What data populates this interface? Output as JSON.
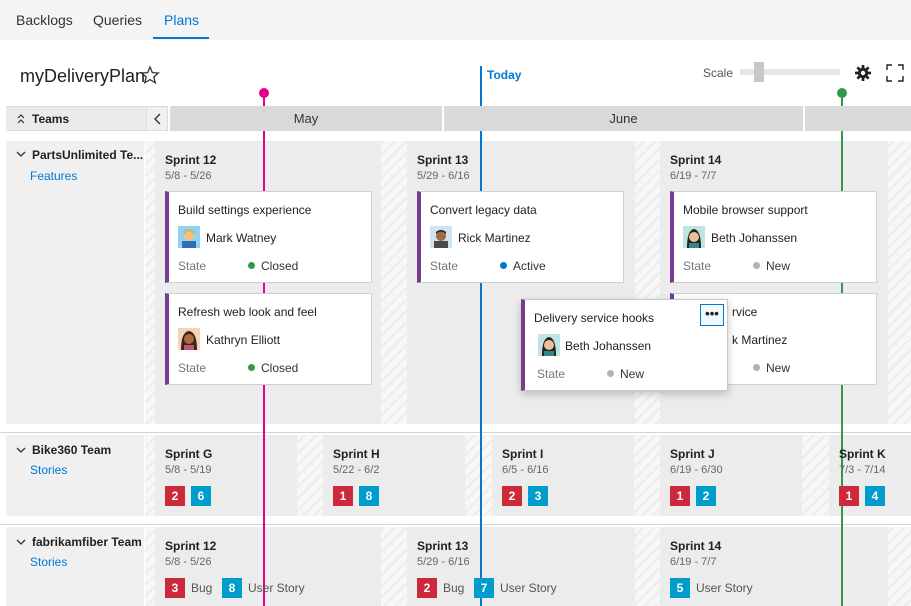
{
  "nav": {
    "tabs": [
      {
        "label": "Backlogs"
      },
      {
        "label": "Queries"
      },
      {
        "label": "Plans"
      }
    ]
  },
  "header": {
    "title": "myDeliveryPlan",
    "today_label": "Today",
    "scale_label": "Scale",
    "scale_value": 0.15
  },
  "timeline": {
    "teams_label": "Teams",
    "months": [
      "May",
      "June"
    ]
  },
  "colors": {
    "accent": "#0078d4",
    "today_line": "#0078d4",
    "marker_pink": "#e3008c",
    "marker_green": "#339947",
    "feature_border": "#773b93",
    "bug": "#cc293d",
    "story": "#009ccc",
    "closed": "#339947",
    "active": "#007acc",
    "new": "#b2b2b2"
  },
  "teams": [
    {
      "name": "PartsUnlimited Te...",
      "backlog": "Features",
      "sprints": [
        {
          "name": "Sprint 12",
          "dates": "5/8 - 5/26",
          "cards": [
            {
              "title": "Build settings experience",
              "assignee": "Mark Watney",
              "state_label": "State",
              "state": "Closed"
            },
            {
              "title": "Refresh web look and feel",
              "assignee": "Kathryn Elliott",
              "state_label": "State",
              "state": "Closed"
            }
          ]
        },
        {
          "name": "Sprint 13",
          "dates": "5/29 - 6/16",
          "cards": [
            {
              "title": "Convert legacy data",
              "assignee": "Rick Martinez",
              "state_label": "State",
              "state": "Active"
            }
          ]
        },
        {
          "name": "Sprint 14",
          "dates": "6/19 - 7/7",
          "cards": [
            {
              "title": "Mobile browser support",
              "assignee": "Beth Johanssen",
              "state_label": "State",
              "state": "New"
            },
            {
              "title": "rvice",
              "assignee": "k Martinez",
              "state_label": "",
              "state": "New"
            }
          ]
        }
      ],
      "dragged_card": {
        "title": "Delivery service hooks",
        "assignee": "Beth Johanssen",
        "state_label": "State",
        "state": "New",
        "more": "•••"
      }
    },
    {
      "name": "Bike360 Team",
      "backlog": "Stories",
      "sprints": [
        {
          "name": "Sprint G",
          "dates": "5/8 - 5/19",
          "bugs": "2",
          "stories": "6"
        },
        {
          "name": "Sprint H",
          "dates": "5/22 - 6/2",
          "bugs": "1",
          "stories": "8"
        },
        {
          "name": "Sprint I",
          "dates": "6/5 - 6/16",
          "bugs": "2",
          "stories": "3"
        },
        {
          "name": "Sprint J",
          "dates": "6/19 - 6/30",
          "bugs": "1",
          "stories": "2"
        },
        {
          "name": "Sprint K",
          "dates": "7/3 - 7/14",
          "bugs": "1",
          "stories": "4"
        }
      ]
    },
    {
      "name": "fabrikamfiber Team",
      "backlog": "Stories",
      "sprints": [
        {
          "name": "Sprint 12",
          "dates": "5/8 - 5/26",
          "bugs": "3",
          "bug_label": "Bug",
          "stories": "8",
          "story_label": "User Story"
        },
        {
          "name": "Sprint 13",
          "dates": "5/29 - 6/16",
          "bugs": "2",
          "bug_label": "Bug",
          "stories": "7",
          "story_label": "User Story"
        },
        {
          "name": "Sprint 14",
          "dates": "6/19 - 7/7",
          "stories": "5",
          "story_label": "User Story"
        }
      ]
    }
  ]
}
